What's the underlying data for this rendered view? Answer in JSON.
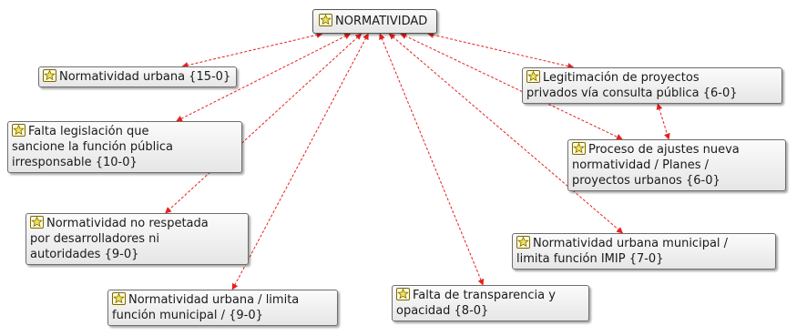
{
  "root": {
    "label": "NORMATIVIDAD"
  },
  "nodes": [
    {
      "id": "n1",
      "label": "Normatividad urbana {15-0}"
    },
    {
      "id": "n2",
      "label": "Falta legislación que\nsancione la función pública\nirresponsable {10-0}"
    },
    {
      "id": "n3",
      "label": "Normatividad no respetada\npor desarrolladores ni\nautoridades {9-0}"
    },
    {
      "id": "n4",
      "label": "Normatividad urbana / limita\nfunción municipal / {9-0}"
    },
    {
      "id": "n5",
      "label": "Falta de transparencia y\nopacidad {8-0}"
    },
    {
      "id": "n6",
      "label": "Legitimación de proyectos\nprivados vía consulta pública {6-0}"
    },
    {
      "id": "n7",
      "label": "Proceso de ajustes nueva\nnormatividad / Planes /\nproyectos urbanos {6-0}"
    },
    {
      "id": "n8",
      "label": "Normatividad urbana municipal /\nlimita función IMIP {7-0}"
    }
  ],
  "edges": [
    {
      "from": "root",
      "to": "n1"
    },
    {
      "from": "root",
      "to": "n2"
    },
    {
      "from": "root",
      "to": "n3"
    },
    {
      "from": "root",
      "to": "n4"
    },
    {
      "from": "root",
      "to": "n5"
    },
    {
      "from": "root",
      "to": "n6"
    },
    {
      "from": "root",
      "to": "n7"
    },
    {
      "from": "root",
      "to": "n8"
    },
    {
      "from": "n6",
      "to": "n7"
    }
  ],
  "colors": {
    "edge": "#e8201e",
    "icon_fill": "#f3e25a",
    "icon_stroke": "#7a6a00"
  }
}
